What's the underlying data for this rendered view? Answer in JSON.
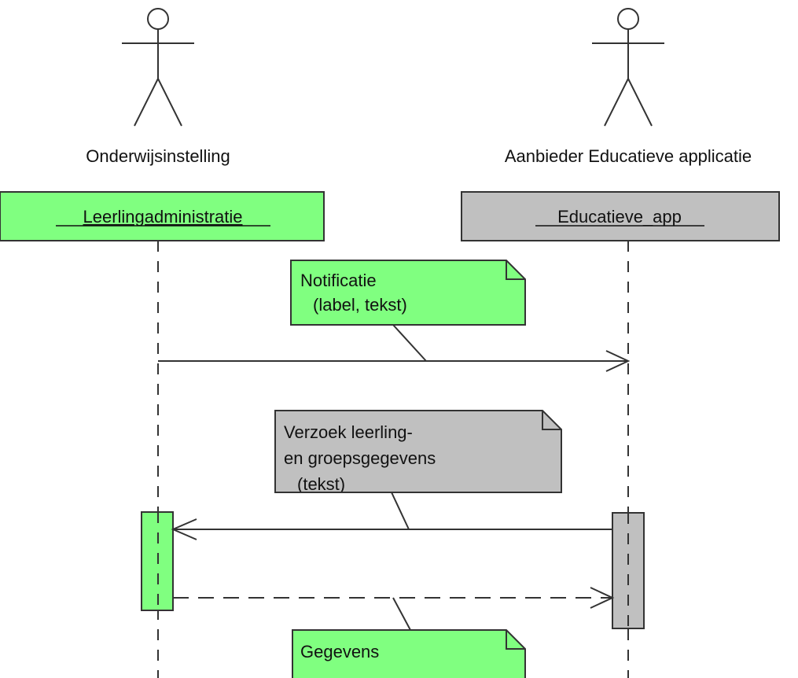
{
  "colors": {
    "green": "#80ff80",
    "gray": "#c0c0c0",
    "stroke": "#333333",
    "background": "#ffffff"
  },
  "actors": {
    "left": {
      "name": "Onderwijsinstelling",
      "icon": "stick-figure-icon"
    },
    "right": {
      "name": "Aanbieder Educatieve applicatie",
      "icon": "stick-figure-icon"
    }
  },
  "lifelines": {
    "left": {
      "label": "Leerlingadministratie"
    },
    "right": {
      "label": "Educatieve_app"
    }
  },
  "notes": {
    "notificatie": {
      "line1": "Notificatie",
      "line2": "(label, tekst)"
    },
    "verzoek": {
      "line1": "Verzoek leerling-",
      "line2": "en groepsgegevens",
      "line3": "(tekst)"
    },
    "gegevens": {
      "line1": "Gegevens"
    }
  }
}
